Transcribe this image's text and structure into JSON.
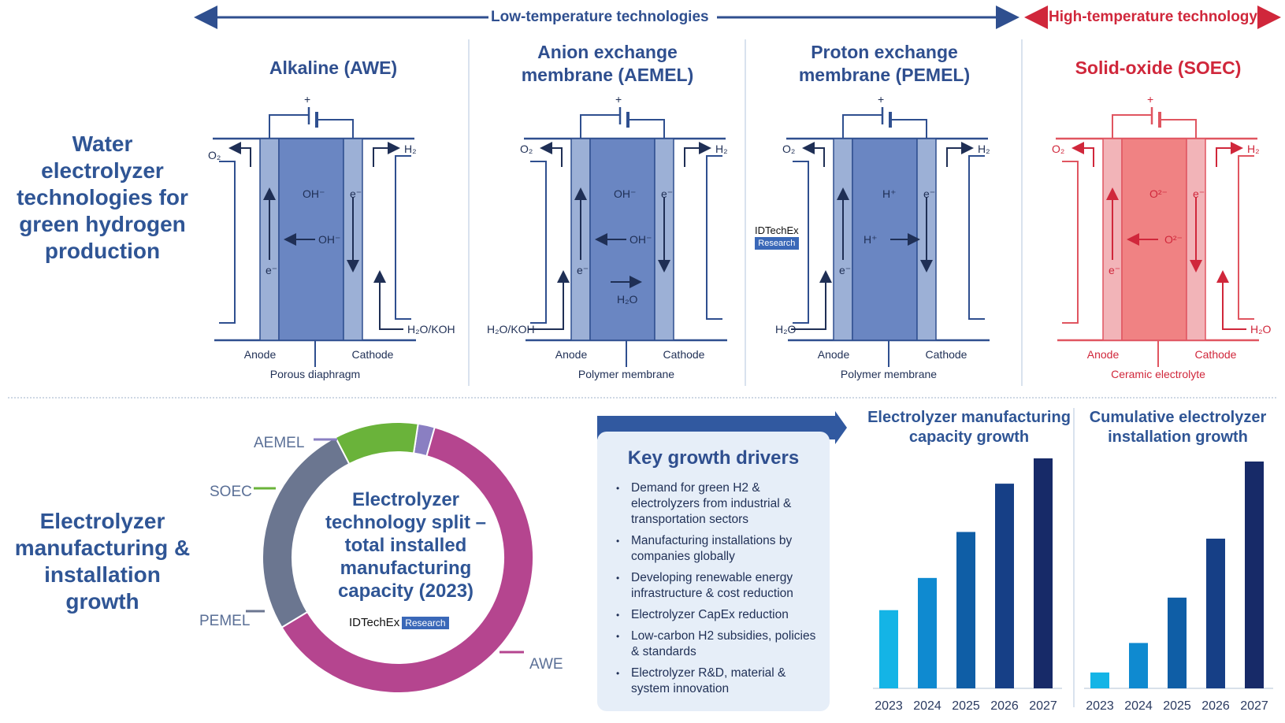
{
  "header": {
    "low_temp": "Low-temperature technologies",
    "high_temp": "High-temperature technology"
  },
  "side": {
    "top_title": "Water electrolyzer technologies for green hydrogen production",
    "bottom_title": "Electrolyzer manufacturing & installation growth"
  },
  "technologies": [
    {
      "title": "Alkaline (AWE)",
      "ion_top": "OH⁻",
      "ion_mid": "OH⁻",
      "electron_left": "e⁻",
      "electron_right": "e⁻",
      "out_left": "O₂",
      "out_right": "H₂",
      "feed": "H₂O/KOH",
      "anode": "Anode",
      "cathode": "Cathode",
      "separator": "Porous diaphragm"
    },
    {
      "title": "Anion exchange membrane (AEMEL)",
      "ion_top": "OH⁻",
      "ion_mid": "OH⁻",
      "water": "H₂O",
      "electron_left": "e⁻",
      "electron_right": "e⁻",
      "out_left": "O₂",
      "out_right": "H₂",
      "feed": "H₂O/KOH",
      "anode": "Anode",
      "cathode": "Cathode",
      "separator": "Polymer membrane"
    },
    {
      "title": "Proton exchange membrane (PEMEL)",
      "ion_top": "H⁺",
      "ion_mid": "H⁺",
      "electron_left": "e⁻",
      "electron_right": "e⁻",
      "out_left": "O₂",
      "out_right": "H₂",
      "feed": "H₂O",
      "anode": "Anode",
      "cathode": "Cathode",
      "separator": "Polymer membrane"
    },
    {
      "title": "Solid-oxide (SOEC)",
      "ion_top": "O²⁻",
      "ion_mid": "O²⁻",
      "electron_left": "e⁻",
      "electron_right": "e⁻",
      "out_left": "O₂",
      "out_right": "H₂",
      "feed": "H₂O",
      "anode": "Anode",
      "cathode": "Cathode",
      "separator": "Ceramic electrolyte"
    }
  ],
  "battery": {
    "plus": "+",
    "minus": "-"
  },
  "brand": {
    "name": "IDTechEx",
    "tag": "Research"
  },
  "donut": {
    "title": "Electrolyzer technology split – total installed manufacturing capacity (2023)",
    "segments": [
      {
        "name": "AWE",
        "share": 0.62,
        "color": "#b5458f"
      },
      {
        "name": "PEMEL",
        "share": 0.26,
        "color": "#6b7690"
      },
      {
        "name": "SOEC",
        "share": 0.1,
        "color": "#6ab33a"
      },
      {
        "name": "AEMEL",
        "share": 0.02,
        "color": "#8a7fc2"
      }
    ]
  },
  "drivers": {
    "title": "Key growth drivers",
    "items": [
      "Demand for green H2 & electrolyzers from industrial & transportation sectors",
      "Manufacturing installations by companies globally",
      "Developing renewable energy infrastructure & cost reduction",
      "Electrolyzer CapEx reduction",
      "Low-carbon H2 subsidies, policies & standards",
      "Electrolyzer R&D, material & system innovation"
    ]
  },
  "chart_data": [
    {
      "type": "bar",
      "title": "Electrolyzer manufacturing capacity growth",
      "categories": [
        "2023",
        "2024",
        "2025",
        "2026",
        "2027"
      ],
      "values": [
        34,
        48,
        68,
        89,
        100
      ],
      "colors": [
        "#14b4e6",
        "#0f8ad0",
        "#0f5ea6",
        "#163f86",
        "#172a68"
      ],
      "ylim": [
        0,
        100
      ]
    },
    {
      "type": "bar",
      "title": "Cumulative electrolyzer installation growth",
      "categories": [
        "2023",
        "2024",
        "2025",
        "2026",
        "2027"
      ],
      "values": [
        7,
        20,
        40,
        66,
        100
      ],
      "colors": [
        "#14b4e6",
        "#0f8ad0",
        "#0f5ea6",
        "#163f86",
        "#172a68"
      ],
      "ylim": [
        0,
        100
      ]
    }
  ]
}
